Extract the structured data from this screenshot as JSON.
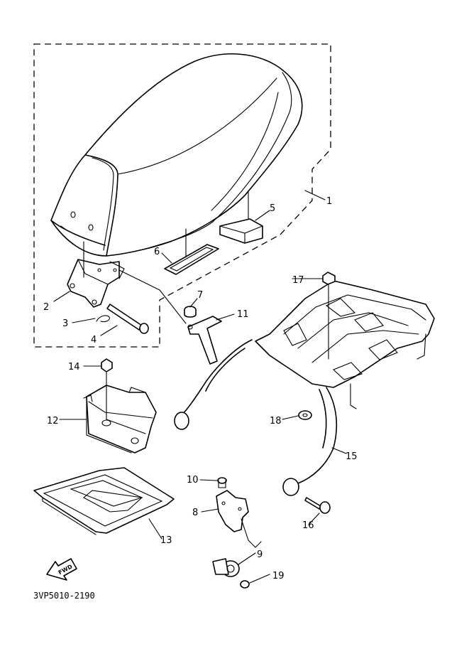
{
  "diagram_code": "3VP5010-2190",
  "fwd_label": "FWD",
  "callouts": {
    "c1": "1",
    "c2": "2",
    "c3": "3",
    "c4": "4",
    "c5": "5",
    "c6": "6",
    "c7": "7",
    "c8": "8",
    "c9": "9",
    "c10": "10",
    "c11": "11",
    "c12": "12",
    "c13": "13",
    "c14": "14",
    "c15": "15",
    "c16": "16",
    "c17": "17",
    "c18": "18",
    "c19": "19"
  }
}
